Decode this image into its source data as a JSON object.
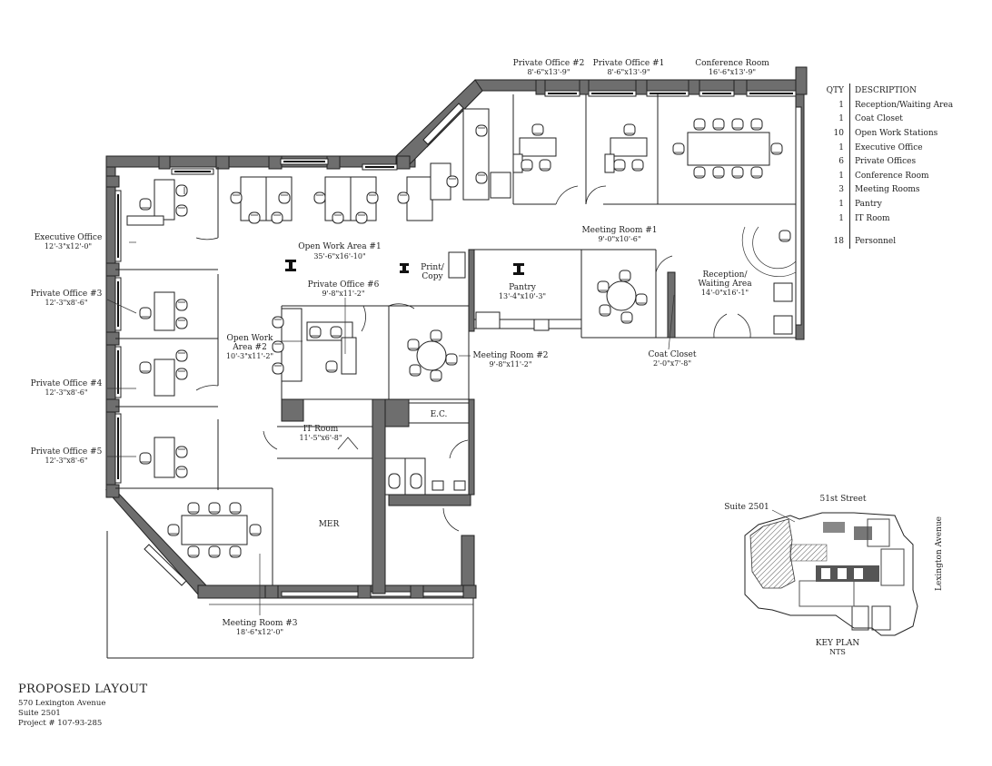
{
  "rooms": {
    "executive_office": {
      "name": "Executive Office",
      "size": "12'-3\"x12'-0\""
    },
    "private_office_3": {
      "name": "Private Office #3",
      "size": "12'-3\"x8'-6\""
    },
    "private_office_4": {
      "name": "Private Office #4",
      "size": "12'-3\"x8'-6\""
    },
    "private_office_5": {
      "name": "Private Office #5",
      "size": "12'-3\"x8'-6\""
    },
    "private_office_2": {
      "name": "Private Office #2",
      "size": "8'-6\"x13'-9\""
    },
    "private_office_1": {
      "name": "Private Office #1",
      "size": "8'-6\"x13'-9\""
    },
    "conference_room": {
      "name": "Conference Room",
      "size": "16'-6\"x13'-9\""
    },
    "open_work_area_1": {
      "name": "Open Work Area #1",
      "size": "35'-6\"x16'-10\""
    },
    "private_office_6": {
      "name": "Private Office #6",
      "size": "9'-8\"x11'-2\""
    },
    "open_work_area_2": {
      "name_line1": "Open Work",
      "name_line2": "Area #2",
      "size": "10'-3\"x11'-2\""
    },
    "print_copy": {
      "line1": "Print/",
      "line2": "Copy"
    },
    "pantry": {
      "name": "Pantry",
      "size": "13'-4\"x10'-3\""
    },
    "meeting_room_1": {
      "name": "Meeting Room #1",
      "size": "9'-0\"x10'-6\""
    },
    "reception": {
      "name_line1": "Reception/",
      "name_line2": "Waiting Area",
      "size": "14'-0\"x16'-1\""
    },
    "meeting_room_2": {
      "name": "Meeting Room #2",
      "size": "9'-8\"x11'-2\""
    },
    "coat_closet": {
      "name": "Coat Closet",
      "size": "2'-0\"x7'-8\""
    },
    "ec": {
      "name": "E.C."
    },
    "it_room": {
      "name": "IT Room",
      "size": "11'-5\"x6'-8\""
    },
    "mer": {
      "name": "MER"
    },
    "meeting_room_3": {
      "name": "Meeting Room #3",
      "size": "18'-6\"x12'-0\""
    }
  },
  "legend": {
    "qty_header": "QTY",
    "desc_header": "DESCRIPTION",
    "items": [
      {
        "qty": "1",
        "desc": "Reception/Waiting Area"
      },
      {
        "qty": "1",
        "desc": "Coat Closet"
      },
      {
        "qty": "10",
        "desc": "Open Work Stations"
      },
      {
        "qty": "1",
        "desc": "Executive Office"
      },
      {
        "qty": "6",
        "desc": "Private Offices"
      },
      {
        "qty": "1",
        "desc": "Conference Room"
      },
      {
        "qty": "3",
        "desc": "Meeting Rooms"
      },
      {
        "qty": "1",
        "desc": "Pantry"
      },
      {
        "qty": "1",
        "desc": "IT Room"
      }
    ],
    "total": {
      "qty": "18",
      "desc": "Personnel"
    }
  },
  "key_plan": {
    "suite_label": "Suite 2501",
    "street_top": "51st Street",
    "street_side": "Lexington Avenue",
    "title": "KEY PLAN",
    "scale": "NTS"
  },
  "title_block": {
    "title": "PROPOSED LAYOUT",
    "address": "570 Lexington Avenue",
    "suite": "Suite 2501",
    "project": "Project # 107-93-285"
  }
}
